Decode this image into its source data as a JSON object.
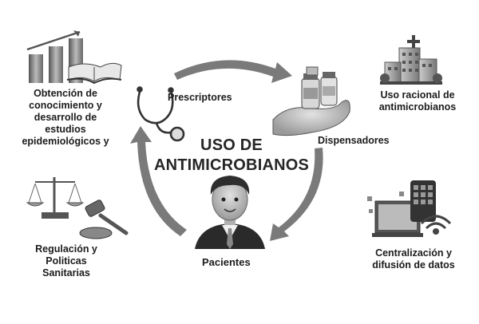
{
  "center_title": [
    "USO DE",
    "ANTIMICROBIANOS"
  ],
  "cycle": {
    "prescriptores": "Prescriptores",
    "dispensadores": "Dispensadores",
    "pacientes": "Pacientes"
  },
  "outer": {
    "conocimiento": [
      "Obtención de",
      "conocimiento y",
      "desarrollo de",
      "estudios",
      "epidemiológicos y"
    ],
    "uso_racional": [
      "Uso racional de",
      "antimicrobianos"
    ],
    "centralizacion": [
      "Centralización y",
      "difusión de datos"
    ],
    "regulacion": [
      "Regulación y",
      "Politicas",
      "Sanitarias"
    ]
  },
  "colors": {
    "arrow": "#7a7a7a",
    "text": "#1c1c1c"
  }
}
